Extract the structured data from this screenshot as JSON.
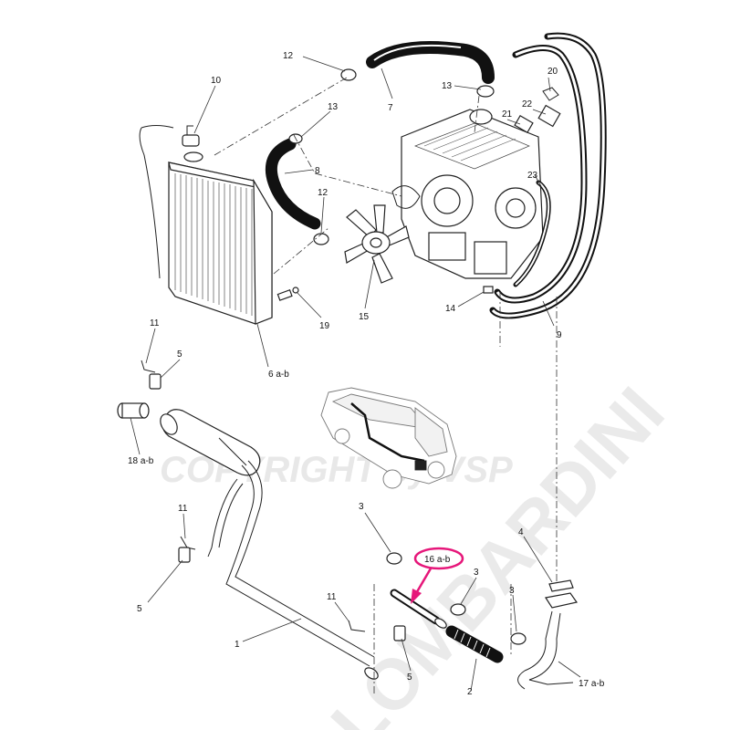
{
  "watermark": {
    "brand": "LOMBARDINI",
    "copyright": "COPYRIGHT by VSP"
  },
  "highlight_color": "#e6177a",
  "callouts": {
    "p1": "1",
    "p2": "2",
    "p3a": "3",
    "p3b": "3",
    "p3c": "3",
    "p4": "4",
    "p5a": "5",
    "p5b": "5",
    "p5c": "5",
    "p6": "6 a-b",
    "p7": "7",
    "p8": "8",
    "p9": "9",
    "p10": "10",
    "p11a": "11",
    "p11b": "11",
    "p11c": "11",
    "p12a": "12",
    "p12b": "12",
    "p13a": "13",
    "p13b": "13",
    "p14": "14",
    "p15": "15",
    "p16": "16 a-b",
    "p17": "17 a-b",
    "p18": "18 a-b",
    "p19": "19",
    "p20": "20",
    "p21": "21",
    "p22": "22",
    "p23": "23"
  }
}
